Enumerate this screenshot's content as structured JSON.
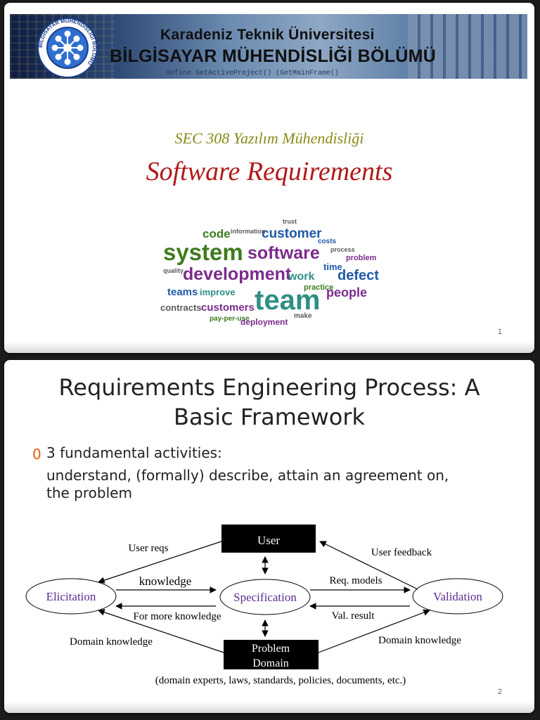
{
  "slide1": {
    "banner": {
      "university": "Karadeniz Teknik Üniversitesi",
      "department": "BİLGİSAYAR MÜHENDİSLİĞİ BÖLÜMÜ",
      "code_text": "define GetActiveProject()  (GetMainFrame()",
      "logo_text": "BİLGİSAYAR MÜHENDİSLİĞİ BÖLÜMÜ"
    },
    "course": "SEC 308 Yazılım Mühendisliği",
    "title": "Software Requirements",
    "word_cloud": {
      "words": [
        "code",
        "customer",
        "system",
        "software",
        "problem",
        "development",
        "work",
        "defect",
        "teams",
        "improve",
        "practice",
        "people",
        "contracts",
        "customers",
        "team",
        "pay-per-use",
        "deployment",
        "make",
        "time",
        "quality",
        "trust",
        "costs",
        "process",
        "information"
      ],
      "colors": [
        "#3e7b1f",
        "#1e5aa8",
        "#7b2b8c",
        "#2f8f86",
        "#c0392b",
        "#5a5a5a"
      ]
    },
    "page_number": "1"
  },
  "slide2": {
    "title_line1": "Requirements Engineering Process: A",
    "title_line2": "Basic Framework",
    "bullet_marker": "0",
    "bullet": "3 fundamental activities:",
    "sub_line1": "understand, (formally) describe, attain an agreement on,",
    "sub_line2": "the problem",
    "diagram": {
      "user": "User",
      "elicitation": "Elicitation",
      "specification": "Specification",
      "validation": "Validation",
      "problem_domain_line1": "Problem",
      "problem_domain_line2": "Domain",
      "user_reqs": "User reqs",
      "user_feedback": "User feedback",
      "knowledge": "knowledge",
      "req_models": "Req. models",
      "for_more_knowledge": "For more knowledge",
      "val_result": "Val. result",
      "domain_knowledge_left": "Domain knowledge",
      "domain_knowledge_right": "Domain knowledge",
      "footnote": "(domain experts, laws, standards, policies, documents, etc.)"
    },
    "page_number": "2"
  }
}
